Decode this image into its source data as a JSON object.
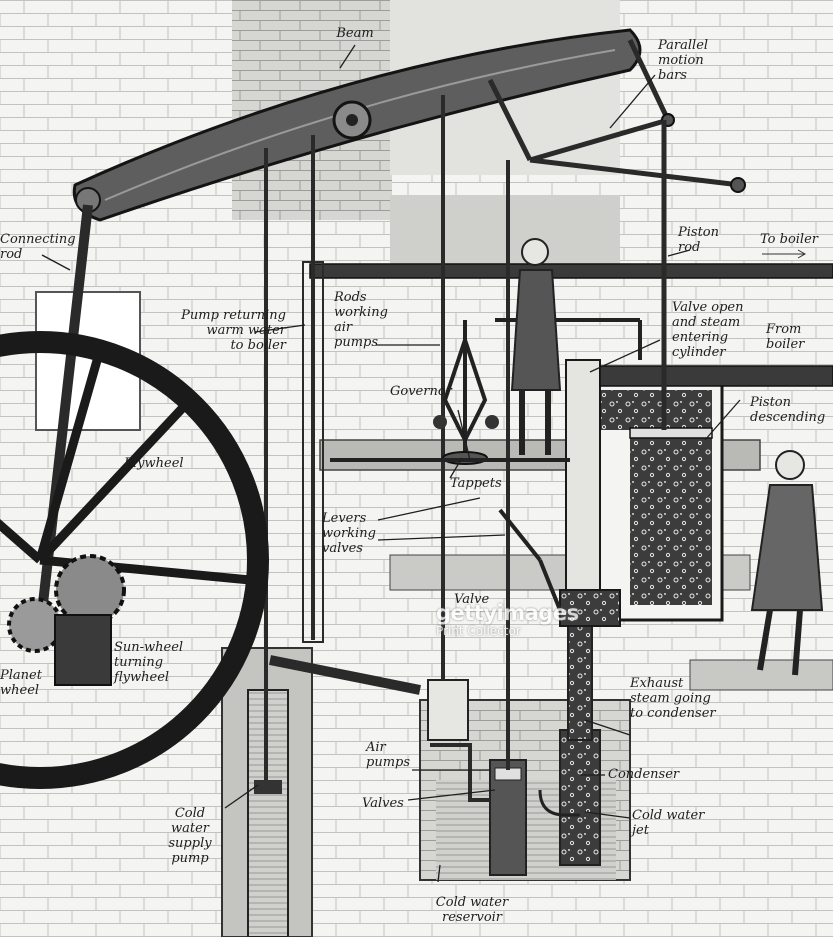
{
  "labels": {
    "beam": "Beam",
    "parallel_motion_bars": "Parallel\nmotion\nbars",
    "connecting_rod": "Connecting\nrod",
    "piston_rod": "Piston\nrod",
    "to_boiler": "To boiler",
    "rods_working_air_pumps": "Rods\nworking\nair\npumps",
    "pump_returning_warm_water": "Pump returning\nwarm water\nto boiler",
    "valve_open_steam_entering": "Valve open\nand steam\nentering\ncylinder",
    "from_boiler": "From\nboiler",
    "governor": "Governor",
    "piston_descending": "Piston\ndescending",
    "flywheel": "Flywheel",
    "tappets": "Tappets",
    "levers_working_valves": "Levers\nworking\nvalves",
    "valve": "Valve",
    "sun_wheel": "Sun-wheel\nturning\nflywheel",
    "planet_wheel": "Planet\nwheel",
    "exhaust_steam": "Exhaust\nsteam going\nto condenser",
    "air_pumps": "Air\npumps",
    "condenser": "Condenser",
    "valves": "Valves",
    "cold_water_jet": "Cold water\njet",
    "cold_water_supply_pump": "Cold\nwater\nsupply\npump",
    "cold_water_reservoir": "Cold water\nreservoir"
  },
  "watermark": {
    "brand": "gettyimages",
    "credit": "Print Collector"
  }
}
